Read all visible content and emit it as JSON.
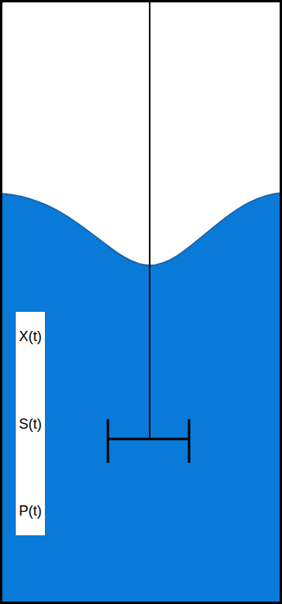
{
  "diagram": {
    "nodes": [
      {
        "text": [
          "X(t)",
          "S(t)",
          "P(t)"
        ]
      }
    ]
  }
}
